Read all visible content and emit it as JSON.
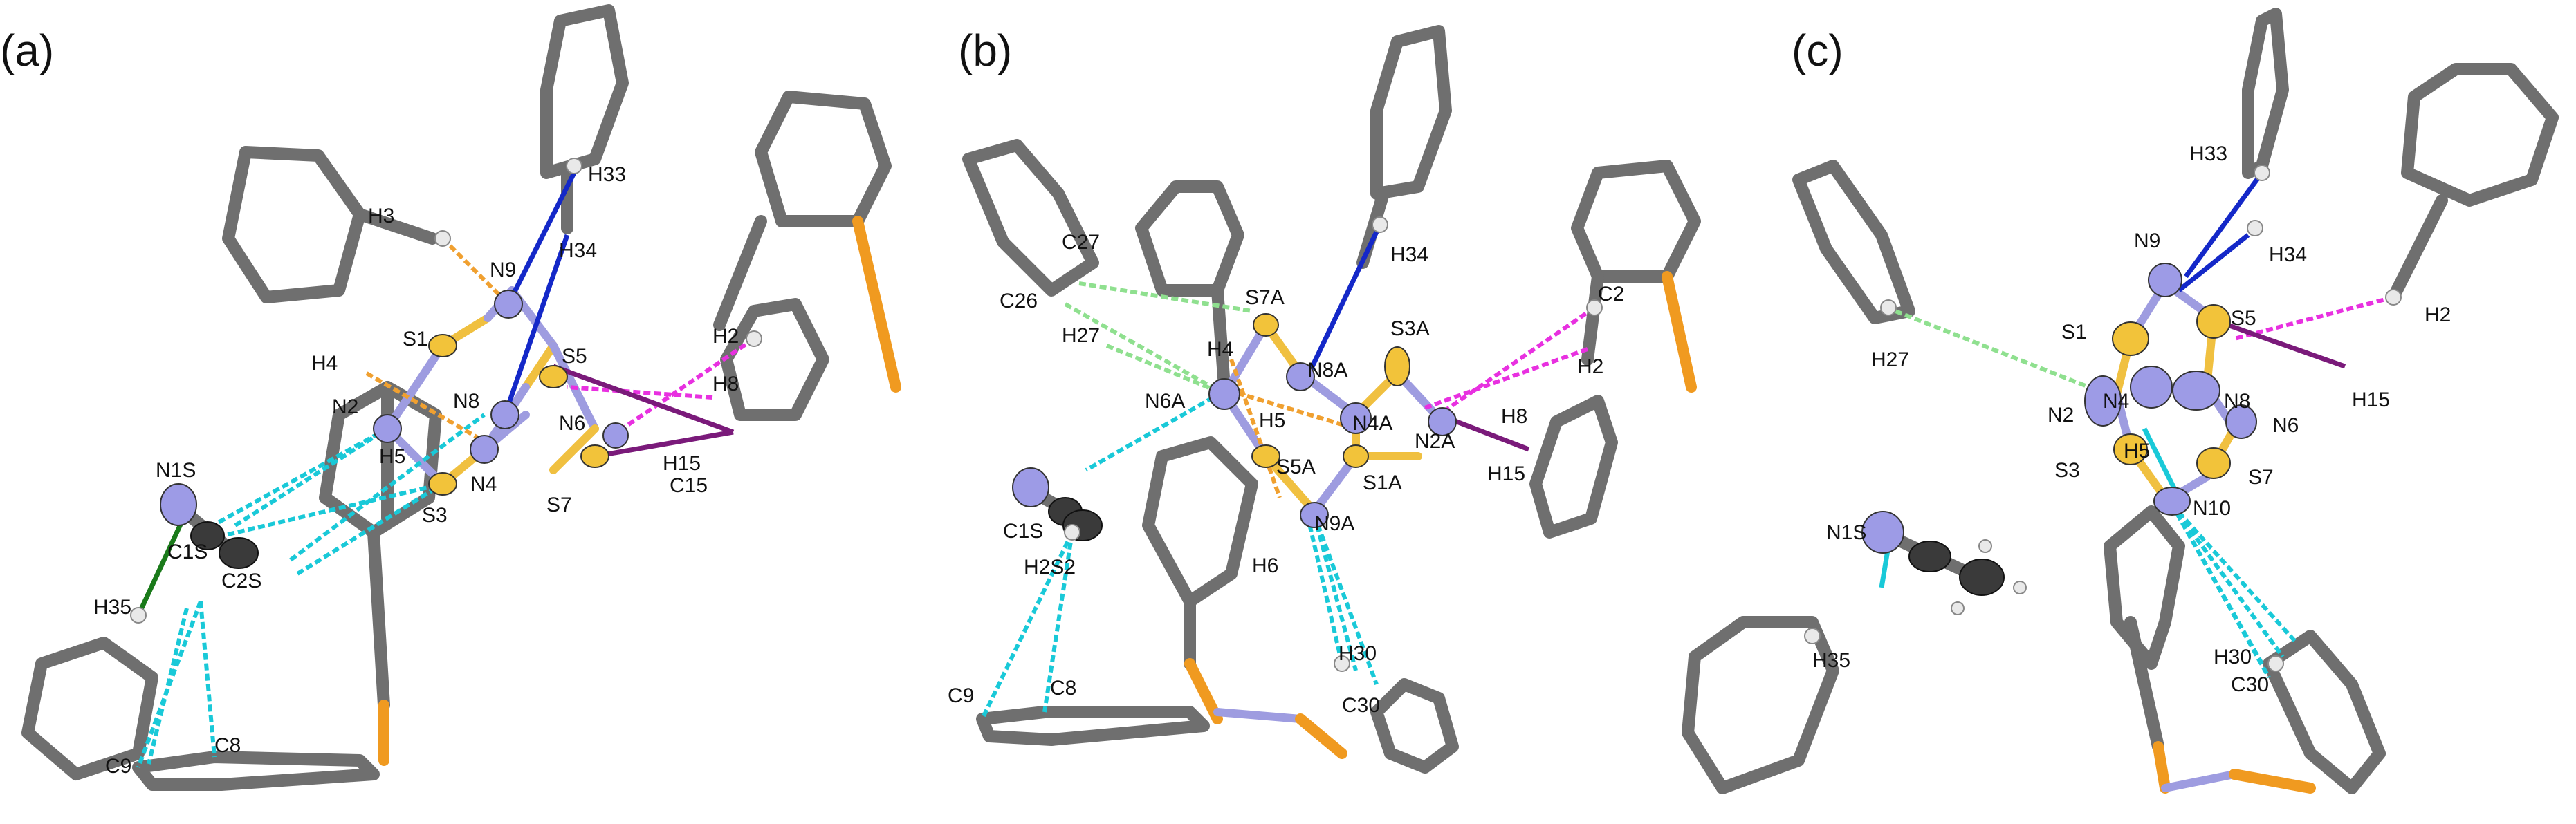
{
  "panels": [
    {
      "id": "a",
      "label": "(a)"
    },
    {
      "id": "b",
      "label": "(b)"
    },
    {
      "id": "c",
      "label": "(c)"
    }
  ],
  "atom_labels": {
    "a": [
      "H33",
      "H3",
      "H34",
      "N9",
      "S1",
      "H4",
      "S5",
      "H2",
      "H8",
      "N2",
      "N8",
      "N6",
      "N1S",
      "H5",
      "N4",
      "H15",
      "C15",
      "C1S",
      "S3",
      "S7",
      "C2S",
      "H35",
      "C8",
      "C9"
    ],
    "b": [
      "C27",
      "C26",
      "S7A",
      "H34",
      "H27",
      "H4",
      "N8A",
      "S3A",
      "C2",
      "H2",
      "N6A",
      "H5",
      "N4A",
      "N2A",
      "H8",
      "S5A",
      "S1A",
      "C1S",
      "N9A",
      "H15",
      "H2S2",
      "H6",
      "H30",
      "C9",
      "C8",
      "C30"
    ],
    "c": [
      "H33",
      "N9",
      "H34",
      "S1",
      "S5",
      "H2",
      "H27",
      "N2",
      "N4",
      "N8",
      "H15",
      "N6",
      "H5",
      "S3",
      "S7",
      "N10",
      "N1S",
      "H35",
      "H30",
      "C30"
    ]
  },
  "colors": {
    "carbon_bond": "#6f6f6f",
    "nitrogen": "#9d9be6",
    "sulfur": "#f2c33a",
    "oxygen_link": "#f09a20",
    "hbond_cyan": "#19c9d8",
    "hbond_green": "#8fe08f",
    "hbond_blue": "#1428c8",
    "hbond_orange": "#f0a030",
    "hbond_magenta": "#e830e0",
    "hbond_purple": "#7a1a7a",
    "hbond_darkgreen": "#1a7a1a"
  }
}
